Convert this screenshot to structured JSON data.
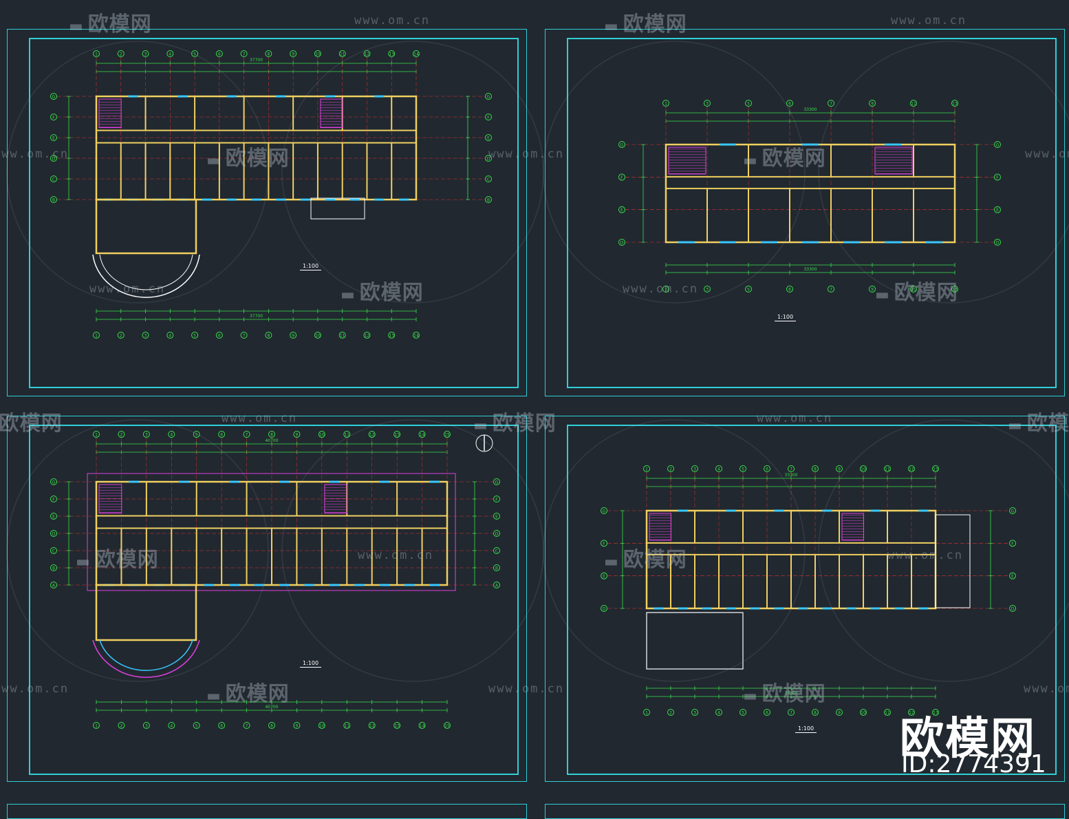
{
  "watermark": {
    "brand_text": "欧模网",
    "url_text": "www.om.cn",
    "corner_brand": "欧模网",
    "corner_id": "ID:2774391"
  },
  "sheets": [
    {
      "name": "plan-top-left",
      "scale": "1:100",
      "overall_dimension": "37700",
      "top_axes": [
        "1",
        "2",
        "3",
        "4",
        "5",
        "6",
        "7",
        "8",
        "9",
        "10",
        "11",
        "12",
        "13",
        "14"
      ],
      "side_axes": [
        "G",
        "F",
        "E",
        "D",
        "C",
        "B"
      ]
    },
    {
      "name": "plan-top-right",
      "scale": "1:100",
      "overall_dimension": "33300",
      "top_axes": [
        "1",
        "3",
        "5",
        "6",
        "7",
        "9",
        "11",
        "13"
      ],
      "side_axes": [
        "G",
        "F",
        "E",
        "D"
      ]
    },
    {
      "name": "plan-bottom-left",
      "scale": "1:100",
      "overall_dimension": "40700",
      "top_axes": [
        "1",
        "2",
        "3",
        "4",
        "5",
        "6",
        "7",
        "8",
        "9",
        "10",
        "11",
        "12",
        "13",
        "14",
        "15"
      ],
      "side_axes": [
        "G",
        "F",
        "E",
        "D",
        "C",
        "B",
        "A"
      ]
    },
    {
      "name": "plan-bottom-right",
      "scale": "1:100",
      "overall_dimension": "33300",
      "top_axes": [
        "1",
        "2",
        "3",
        "4",
        "5",
        "6",
        "7",
        "8",
        "9",
        "10",
        "11",
        "12",
        "13"
      ],
      "side_axes": [
        "G",
        "F",
        "E",
        "D"
      ]
    }
  ],
  "colors": {
    "background": "#212830",
    "frame": "#2fd0d8",
    "dimension": "#39e04a",
    "wall": "#f0d060",
    "window": "#39c8ff",
    "stair": "#e040e0",
    "axis": "#e03030",
    "text": "#ffffff"
  }
}
